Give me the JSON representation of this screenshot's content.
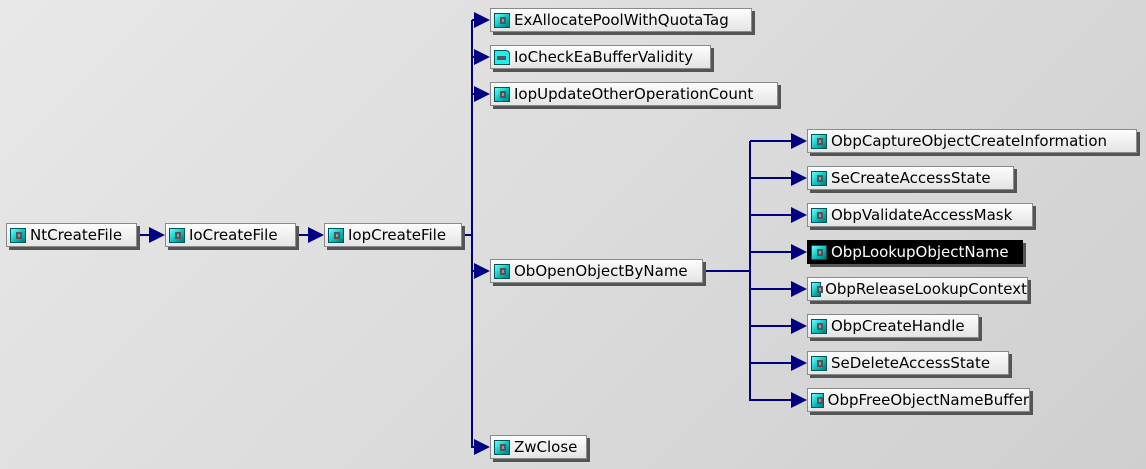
{
  "nodes": {
    "root": "NtCreateFile",
    "l1": "IoCreateFile",
    "l2": "IopCreateFile",
    "c1": "ExAllocatePoolWithQuotaTag",
    "c2": "IoCheckEaBufferValidity",
    "c3": "IopUpdateOtherOperationCount",
    "c4": "ObOpenObjectByName",
    "c5": "ZwClose",
    "d1": "ObpCaptureObjectCreateInformation",
    "d2": "SeCreateAccessState",
    "d3": "ObpValidateAccessMask",
    "d4": "ObpLookupObjectName",
    "d5": "ObpReleaseLookupContext",
    "d6": "ObpCreateHandle",
    "d7": "SeDeleteAccessState",
    "d8": "ObpFreeObjectNameBuffer"
  },
  "selected": "ObpLookupObjectName",
  "colors": {
    "edge": "#000080",
    "selected_bg": "#000000"
  }
}
